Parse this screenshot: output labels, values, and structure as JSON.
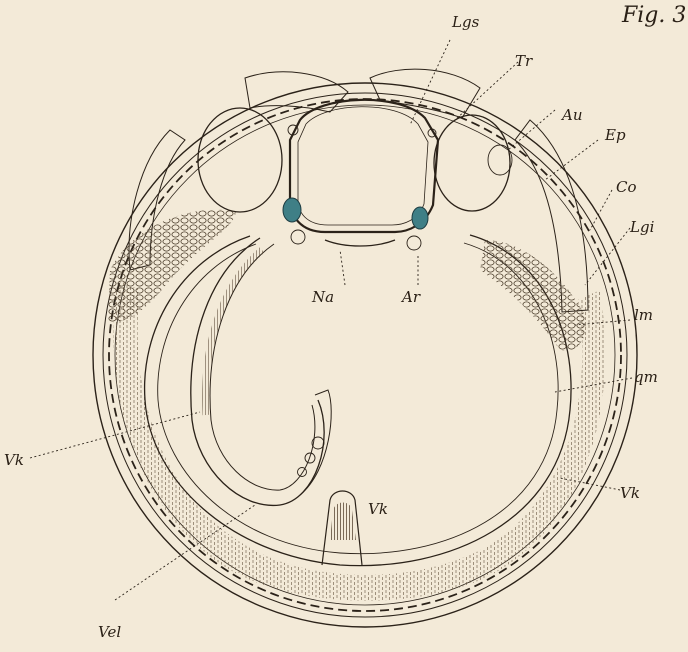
{
  "figure": {
    "title": "Fig. 3",
    "colors": {
      "paper": "#f3ead8",
      "ink": "#2b2219",
      "nerve_blue": "#3f7f86"
    },
    "labels": {
      "lgs": "Lgs",
      "tr": "Tr",
      "au": "Au",
      "ep": "Ep",
      "co": "Co",
      "lgi": "Lgi",
      "lm": "lm",
      "qm": "qm",
      "vk_right": "Vk",
      "vk_center": "Vk",
      "vk_left": "Vk",
      "vel": "Vel",
      "na": "Na",
      "ar": "Ar"
    }
  }
}
